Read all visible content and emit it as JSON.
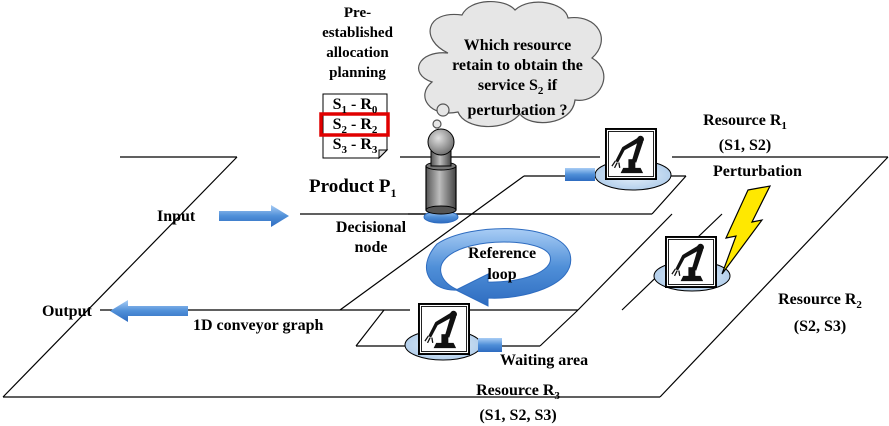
{
  "planning": {
    "heading_lines": [
      "Pre-",
      "established",
      "allocation",
      "planning"
    ],
    "rows": [
      {
        "s": "S",
        "s_sub": "1",
        "r": "R",
        "r_sub": "0"
      },
      {
        "s": "S",
        "s_sub": "2",
        "r": "R",
        "r_sub": "2"
      },
      {
        "s": "S",
        "s_sub": "3",
        "r": "R",
        "r_sub": "3"
      }
    ]
  },
  "question": {
    "lines": [
      "Which resource",
      "retain to obtain the",
      "service S",
      "if",
      "perturbation ?"
    ],
    "sub": "2"
  },
  "product": {
    "label": "Product P",
    "sub": "1"
  },
  "input_label": "Input",
  "output_label": "Output",
  "decisional_node": {
    "line1": "Decisional",
    "line2": "node"
  },
  "reference_loop": {
    "line1": "Reference",
    "line2": "loop"
  },
  "conveyor_label": "1D conveyor graph",
  "waiting_area": "Waiting area",
  "perturbation": "Perturbation",
  "resources": {
    "r1": {
      "name": "Resource R",
      "sub": "1",
      "services": "(S1, S2)"
    },
    "r2": {
      "name": "Resource R",
      "sub": "2",
      "services": "(S2, S3)"
    },
    "r3": {
      "name": "Resource R",
      "sub": "3",
      "services": "(S1, S2, S3)"
    }
  },
  "colors": {
    "arrow_blue": "#4f8fd8",
    "highlight_red": "#e00000",
    "bolt_yellow": "#ffe800",
    "cloud_grey": "#e6e6e6"
  }
}
